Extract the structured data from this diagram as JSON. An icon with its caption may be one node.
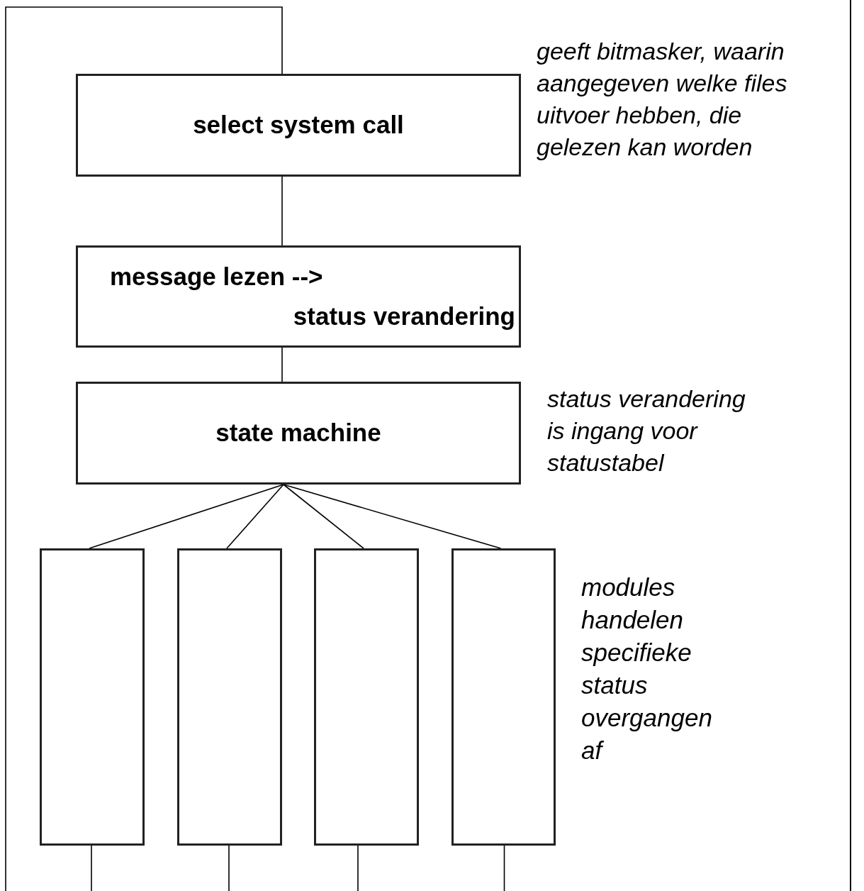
{
  "diagram": {
    "nodes": [
      {
        "text": [
          "select system call"
        ],
        "beside": [
          "geeft bitmasker, waarin aangegeven welke files uitvoer hebben, die gelezen kan worden"
        ]
      },
      {
        "text": [
          "message lezen -->",
          "status verandering"
        ]
      },
      {
        "text": [
          "state machine"
        ],
        "beside": [
          "status verandering is ingang voor statustabel"
        ]
      },
      {
        "text": [],
        "shape": "box"
      },
      {
        "text": [],
        "shape": "box"
      },
      {
        "text": [],
        "shape": "box"
      },
      {
        "text": [],
        "shape": "box"
      }
    ],
    "edges": [
      {
        "from": 0,
        "to": null,
        "arrow": "none"
      },
      {
        "from": 0,
        "to": 1,
        "arrow": "none"
      },
      {
        "from": 1,
        "to": 2,
        "arrow": "none"
      },
      {
        "from": 2,
        "to": 3,
        "arrow": "none"
      },
      {
        "from": 2,
        "to": 4,
        "arrow": "none"
      },
      {
        "from": 2,
        "to": 5,
        "arrow": "none"
      },
      {
        "from": 2,
        "to": 6,
        "arrow": "none"
      },
      {
        "from": 3,
        "to": null,
        "arrow": "none"
      },
      {
        "from": 4,
        "to": null,
        "arrow": "none"
      },
      {
        "from": 5,
        "to": null,
        "arrow": "none"
      },
      {
        "from": 6,
        "to": null,
        "arrow": "none"
      }
    ],
    "labels": [
      "modules handelen specifieke status overgangen af"
    ]
  }
}
